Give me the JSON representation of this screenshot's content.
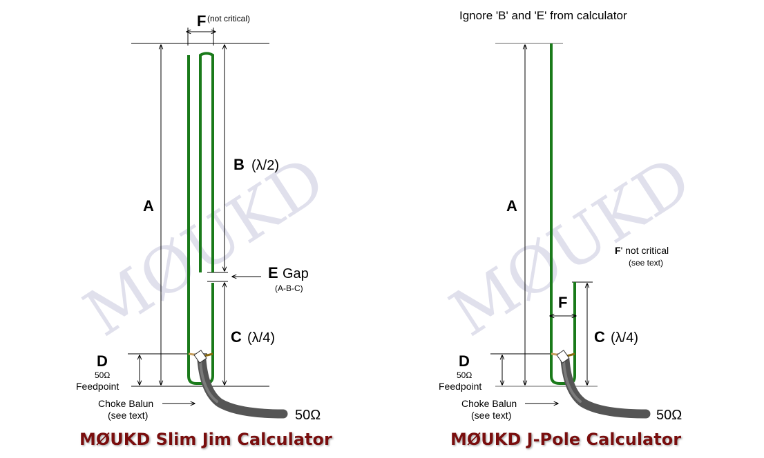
{
  "watermark": "MØUKD",
  "slim_jim": {
    "title": "MØUKD Slim Jim Calculator",
    "label_f": "F",
    "label_f_note": "(not critical)",
    "label_a": "A",
    "label_b": "B",
    "label_b_note": "(λ/2)",
    "label_e": "E",
    "label_e_word": "Gap",
    "label_e_note": "(A-B-C)",
    "label_c": "C",
    "label_c_note": "(λ/4)",
    "label_d": "D",
    "feed_impedance": "50Ω",
    "feed_word": "Feedpoint",
    "choke_line1": "Choke Balun",
    "choke_line2": "(see text)",
    "coax_impedance": "50Ω"
  },
  "jpole": {
    "title": "MØUKD J-Pole Calculator",
    "note": "Ignore 'B' and 'E' from calculator",
    "label_a": "A",
    "label_f_line1_bold": "F",
    "label_f_line1_rest": "' not critical",
    "label_f_line2": "(see text)",
    "label_f": "F",
    "label_c": "C",
    "label_c_note": "(λ/4)",
    "label_d": "D",
    "feed_impedance": "50Ω",
    "feed_word": "Feedpoint",
    "choke_line1": "Choke Balun",
    "choke_line2": "(see text)",
    "coax_impedance": "50Ω"
  },
  "colors": {
    "element": "#1a7a1a",
    "coax": "#555555",
    "title": "#7a1010",
    "watermark": "#d6d6e6"
  }
}
